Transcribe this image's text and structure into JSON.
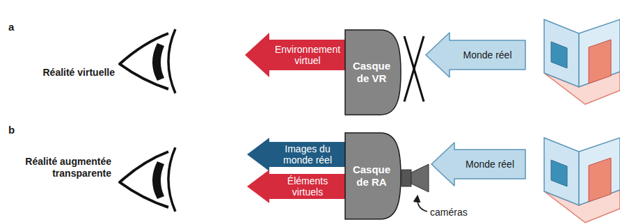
{
  "diagram": {
    "nodes": [
      {
        "text": [
          "Environnement virtuel"
        ]
      },
      {
        "text": [
          "Casque de VR"
        ]
      },
      {
        "text": [
          "Monde réel"
        ]
      },
      {
        "text": [
          "Images du monde réel"
        ]
      },
      {
        "text": [
          "Éléments virtuels"
        ]
      },
      {
        "text": [
          "Casque de RA"
        ]
      },
      {
        "text": [
          "Monde réel"
        ]
      }
    ],
    "labels": [
      "a",
      "Réalité virtuelle",
      "b",
      "Réalité augmentée transparente",
      "caméras"
    ]
  }
}
